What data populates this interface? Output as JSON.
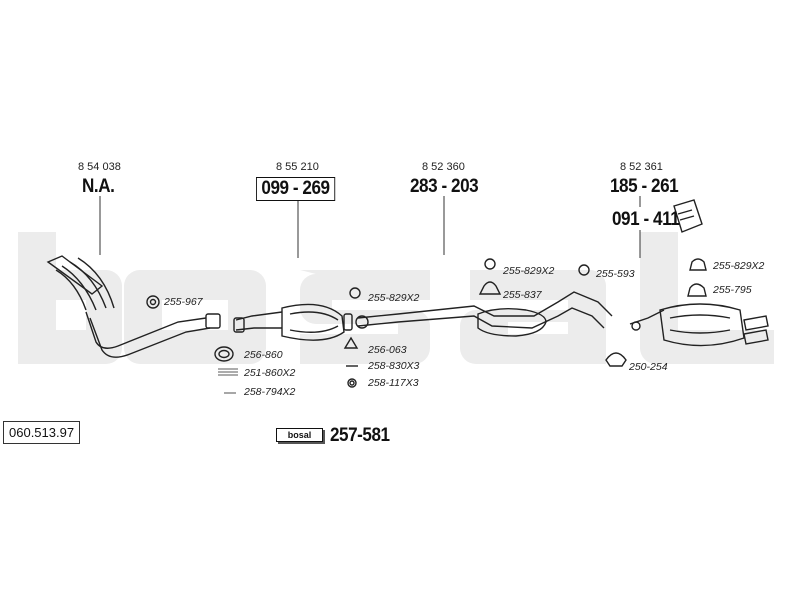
{
  "watermark_text": "bosal",
  "reference_number": "060.513.97",
  "sections": [
    {
      "oe_number": "8 54 038",
      "part_number": "N.A."
    },
    {
      "oe_number": "8 55 210",
      "part_number": "099 - 269"
    },
    {
      "oe_number": "8 52 360",
      "part_number": "283 - 203"
    },
    {
      "oe_number": "8 52 361",
      "part_number": "185 - 261"
    }
  ],
  "extra_part_number": "091 - 411",
  "logo_text": "bosal",
  "kit_number": "257-581",
  "accessories": {
    "a1": "255-967",
    "a2": "256-860",
    "a3": "251-860X2",
    "a4": "258-794X2",
    "a5": "255-829X2",
    "a6": "256-063",
    "a7": "258-830X3",
    "a8": "258-117X3",
    "a9": "255-829X2",
    "a10": "255-837",
    "a11": "255-593",
    "a12": "255-829X2",
    "a13": "255-795",
    "a14": "250-254"
  }
}
